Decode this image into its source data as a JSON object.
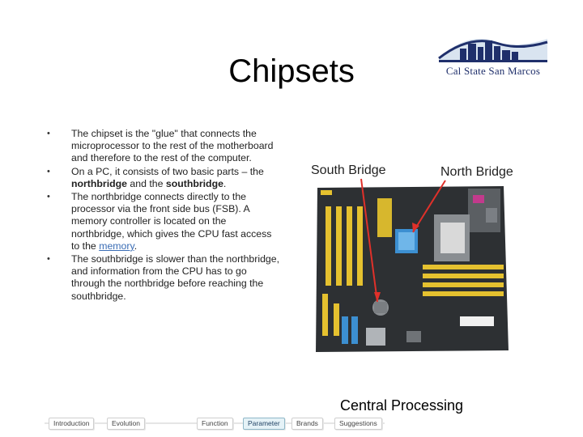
{
  "slide": {
    "title": "Chipsets",
    "logo_text": "Cal State San Marcos",
    "bullets": [
      "The chipset is the \"glue\" that connects the microprocessor to the rest of the motherboard and therefore to the rest of the computer.",
      "On a PC, it consists of two basic parts – the",
      "northbridge",
      "and the",
      "southbridge",
      ".",
      "The northbridge connects directly to the processor via the front side bus (FSB). A memory controller is located on the northbridge, which gives the CPU fast access to the",
      "memory",
      ".",
      "The southbridge is slower than the northbridge, and information from the CPU has to go through the northbridge before reaching the southbridge."
    ],
    "image_labels": {
      "south": "South Bridge",
      "north": "North Bridge"
    },
    "footer_label": "Central Processing"
  },
  "nav": {
    "items": [
      "Introduction",
      "Evolution",
      "Function",
      "Parameter",
      "Brands",
      "Suggestions"
    ],
    "active": "Parameter"
  },
  "colors": {
    "accent_link": "#3a6db5",
    "logo_navy": "#1f2f6b",
    "arrow_red": "#e0302a"
  }
}
